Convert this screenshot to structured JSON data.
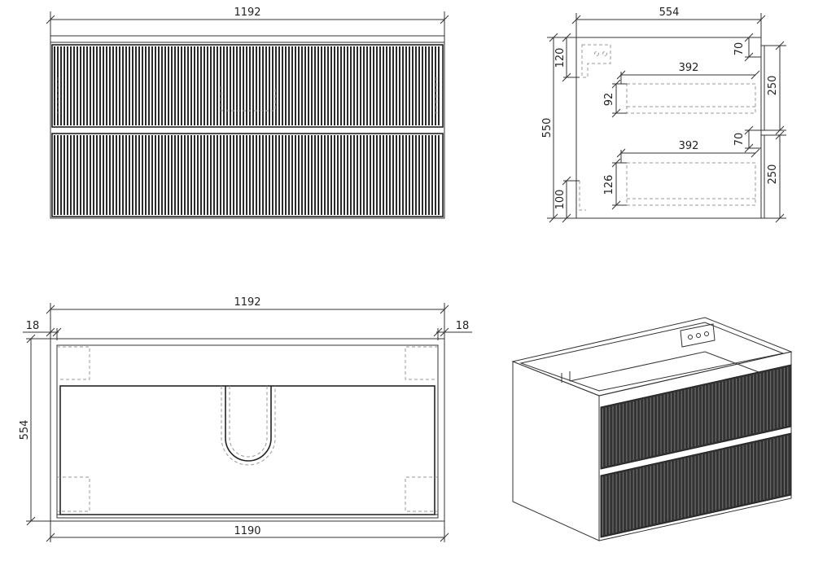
{
  "front_view": {
    "width_label": "1192"
  },
  "side_view": {
    "depth_label": "554",
    "height_label": "550",
    "top_offset_label": "120",
    "bottom_offset_label": "100",
    "upper_drawer_width_label": "392",
    "upper_drawer_height_label": "92",
    "lower_drawer_width_label": "392",
    "lower_drawer_height_label": "126",
    "upper_gap_label": "70",
    "lower_gap_label": "70",
    "upper_front_label": "250",
    "lower_front_label": "250"
  },
  "top_view": {
    "width_label": "1192",
    "depth_label": "554",
    "left_panel_label": "18",
    "right_panel_label": "18",
    "inner_width_label": "1190"
  }
}
